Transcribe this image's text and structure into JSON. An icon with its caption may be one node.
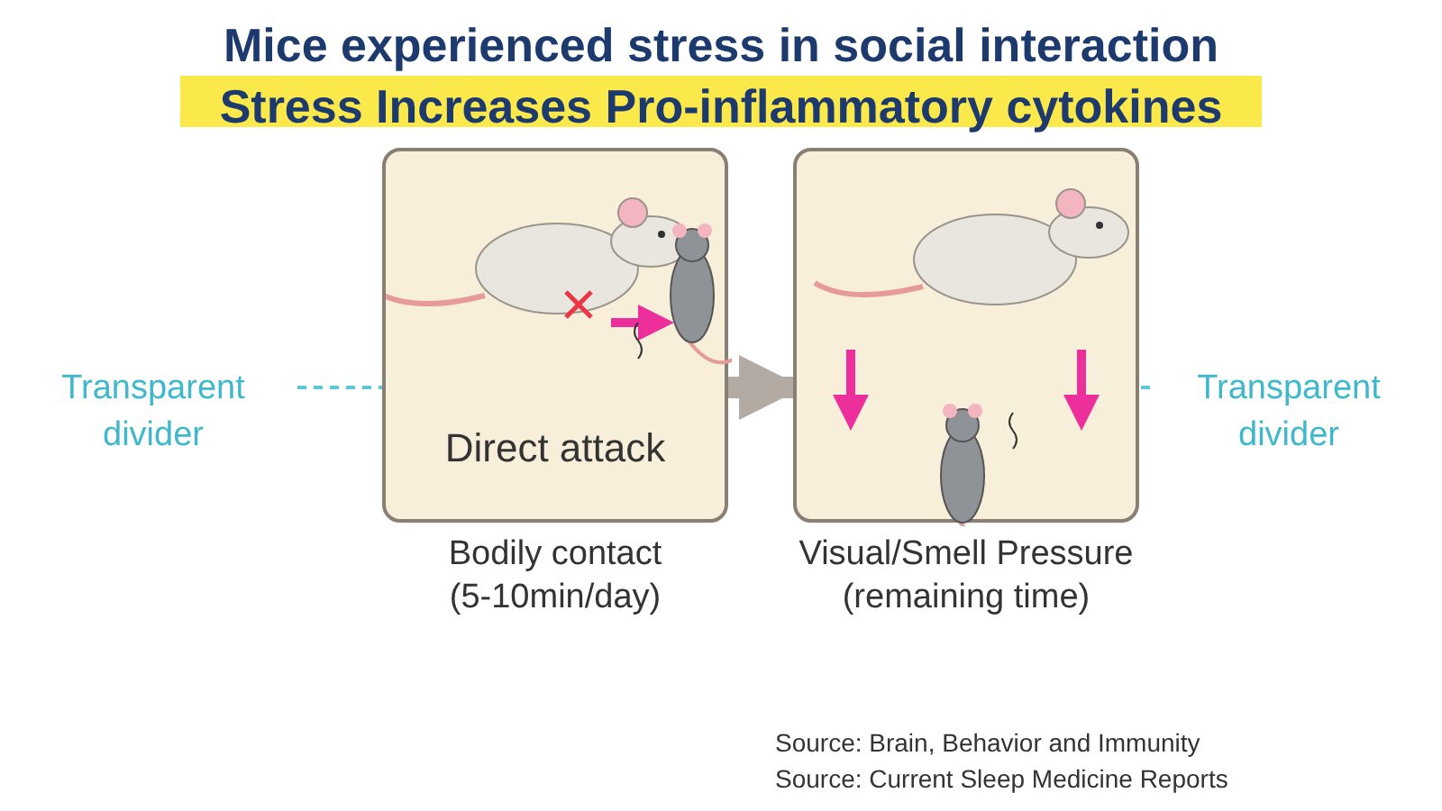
{
  "diagram": {
    "title": "Mice experienced stress in social interaction Stress Increases Pro-inflammatory cytokines",
    "nodes": [
      {
        "text": [
          "Direct attack"
        ],
        "beside": [
          "Bodily contact (5-10min/day)"
        ]
      },
      {
        "text": [],
        "shape": "box",
        "beside": [
          "Visual/Smell Pressure (remaining time)"
        ]
      }
    ],
    "edges": [
      {
        "from": 0,
        "to": 1,
        "arrow": "to",
        "color": "#b3aaa4"
      }
    ],
    "labels": [
      "Transparent divider",
      "Transparent divider",
      "Source: Brain, Behavior and Immunity",
      "Source: Current Sleep Medicine Reports"
    ]
  }
}
